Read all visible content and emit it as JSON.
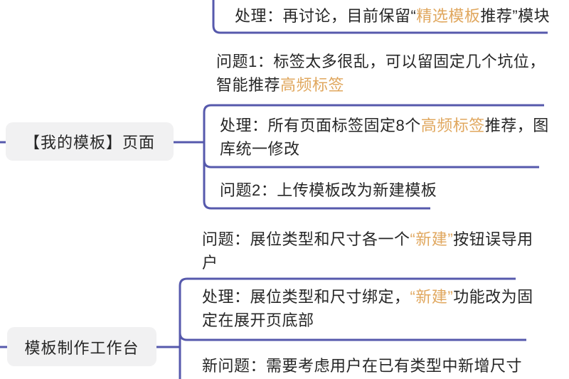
{
  "app": {
    "kind": "mind-map-canvas"
  },
  "colors": {
    "connector_line": "#5659ac",
    "highlight_text": "#e0a75e",
    "body_text": "#262626",
    "parent_node_fill": "#f1f1f2",
    "background": "#ffffff"
  },
  "mindmap": {
    "parents": [
      {
        "label": "【我的模板】页面"
      },
      {
        "label": "模板制作工作台"
      }
    ],
    "topics": [
      {
        "segments": [
          {
            "t": "处理：再讨论，目前保留“"
          },
          {
            "t": "精选模板",
            "hl": true
          },
          {
            "t": "推荐”模块"
          }
        ]
      },
      {
        "segments": [
          {
            "t": "问题1：标签太多很乱，可以留固定几个坑位，\n智能推荐"
          },
          {
            "t": "高频标签",
            "hl": true
          }
        ]
      },
      {
        "segments": [
          {
            "t": "处理：所有页面标签固定8个"
          },
          {
            "t": "高频标签",
            "hl": true
          },
          {
            "t": "推荐，图\n库统一修改"
          }
        ]
      },
      {
        "segments": [
          {
            "t": "问题2：上传模板改为新建模板"
          }
        ]
      },
      {
        "segments": [
          {
            "t": "问题：展位类型和尺寸各一个"
          },
          {
            "t": "“新建”",
            "hl": true
          },
          {
            "t": "按钮误导用\n户"
          }
        ]
      },
      {
        "segments": [
          {
            "t": "处理：展位类型和尺寸绑定，"
          },
          {
            "t": "“新建”",
            "hl": true
          },
          {
            "t": "功能改为固\n定在展开页底部"
          }
        ]
      },
      {
        "segments": [
          {
            "t": "新问题：需要考虑用户在已有类型中新增尺寸"
          }
        ]
      }
    ]
  }
}
